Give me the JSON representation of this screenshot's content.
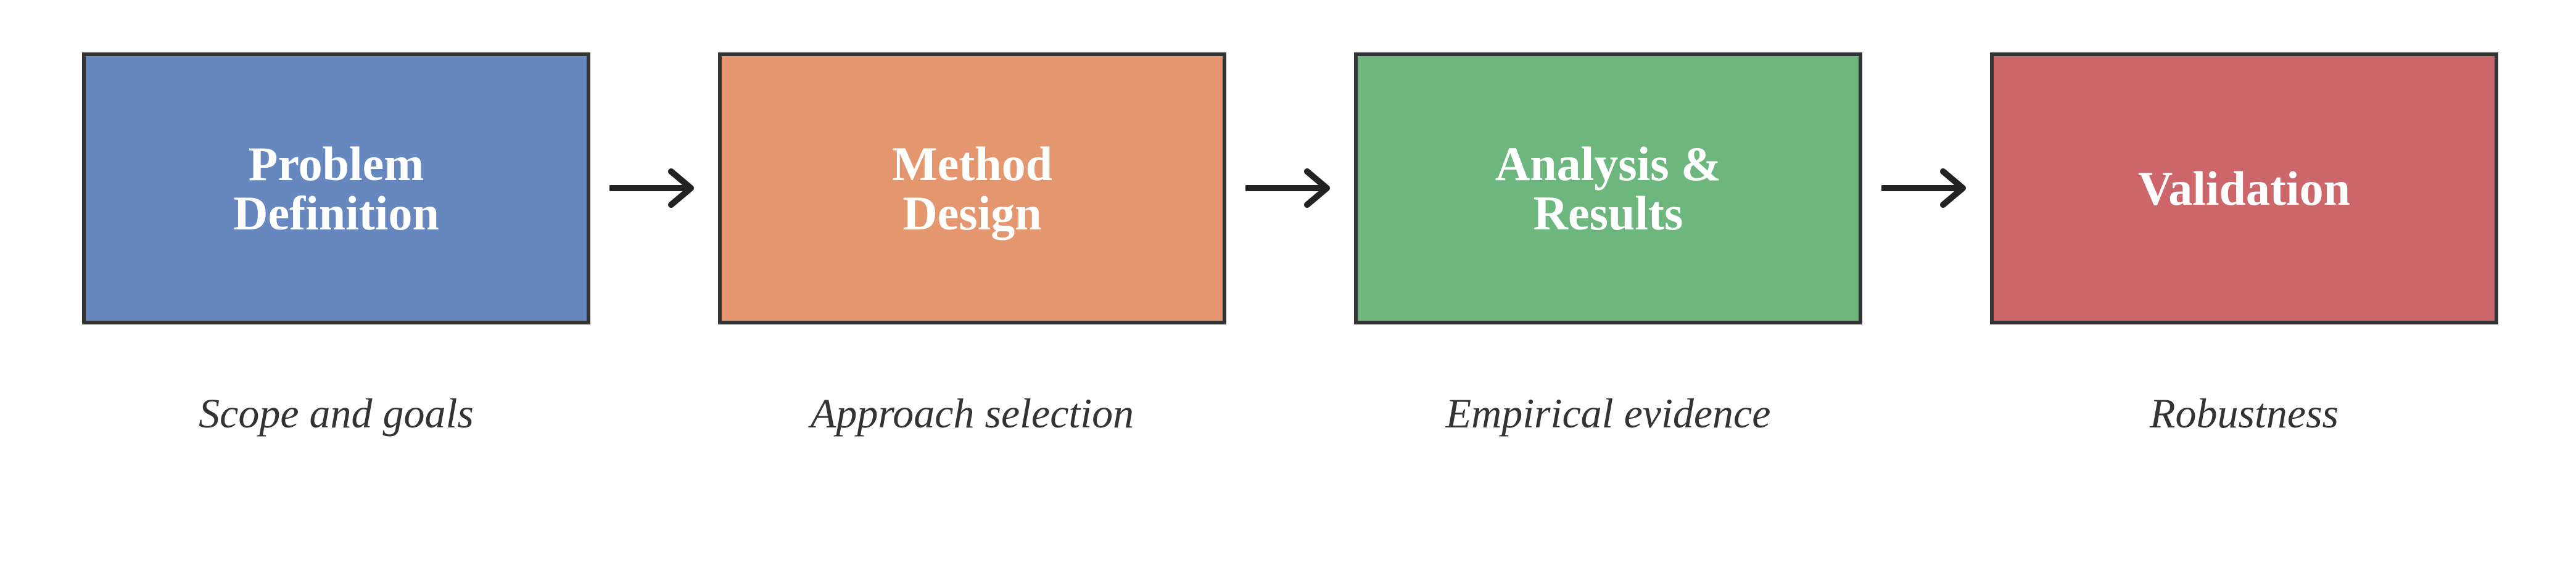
{
  "steps": [
    {
      "title": "Problem\nDefinition",
      "caption": "Scope and goals",
      "color": "#6788be"
    },
    {
      "title": "Method\nDesign",
      "caption": "Approach selection",
      "color": "#e4976e"
    },
    {
      "title": "Analysis &\nResults",
      "caption": "Empirical evidence",
      "color": "#6db77f"
    },
    {
      "title": "Validation",
      "caption": "Robustness",
      "color": "#cd666b"
    }
  ],
  "colors": {
    "border": "#333333",
    "arrow": "#222222",
    "caption_text": "#333333",
    "title_text": "#ffffff"
  }
}
